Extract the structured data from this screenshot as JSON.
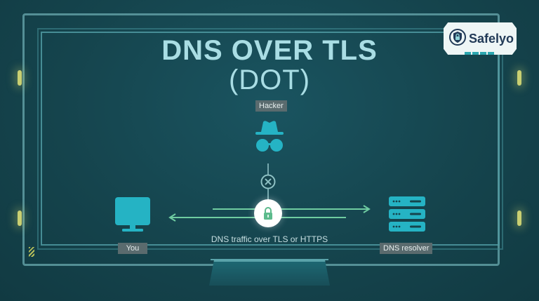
{
  "title": {
    "main": "DNS OVER TLS",
    "sub": "(DOT)"
  },
  "logo": {
    "text": "Safelyo",
    "icon": "shield-lock-icon"
  },
  "nodes": {
    "hacker": {
      "label": "Hacker",
      "icon": "incognito-hat-glasses-icon"
    },
    "you": {
      "label": "You",
      "icon": "monitor-icon"
    },
    "resolver": {
      "label": "DNS resolver",
      "icon": "server-stack-icon"
    }
  },
  "connection": {
    "caption": "DNS traffic over TLS or HTTPS",
    "lock_icon": "padlock-icon",
    "blocked_icon": "x-circle-icon",
    "direction": "bidirectional"
  },
  "colors": {
    "background": "#15444d",
    "title": "#a9dde4",
    "icon_teal": "#25b3c4",
    "arrow_green": "#6fcca1",
    "lock_green": "#5cba8c",
    "frame": "#5f9ea3",
    "label_bg": "#5a6b6e",
    "logo_text": "#213a57"
  }
}
